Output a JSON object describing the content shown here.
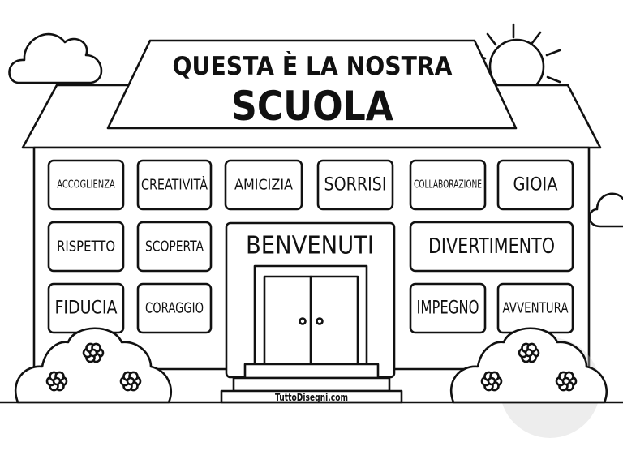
{
  "title": {
    "line1": "QUESTA È LA NOSTRA",
    "line2": "SCUOLA"
  },
  "entrance": {
    "label": "BENVENUTI"
  },
  "windows": [
    {
      "label": "ACCOGLIENZA"
    },
    {
      "label": "CREATIVITÀ"
    },
    {
      "label": "AMICIZIA"
    },
    {
      "label": "SORRISI"
    },
    {
      "label": "COLLABORAZIONE"
    },
    {
      "label": "GIOIA"
    },
    {
      "label": "RISPETTO"
    },
    {
      "label": "SCOPERTA"
    },
    {
      "label": "DIVERTIMENTO"
    },
    {
      "label": "FIDUCIA"
    },
    {
      "label": "CORAGGIO"
    },
    {
      "label": "IMPEGNO"
    },
    {
      "label": "AVVENTURA"
    }
  ],
  "credit": "TuttoDisegni.com",
  "watermark": "TUTTODISEGNI.COM",
  "colors": {
    "line": "#111111",
    "background": "#ffffff",
    "watermark": "#dddddd"
  }
}
